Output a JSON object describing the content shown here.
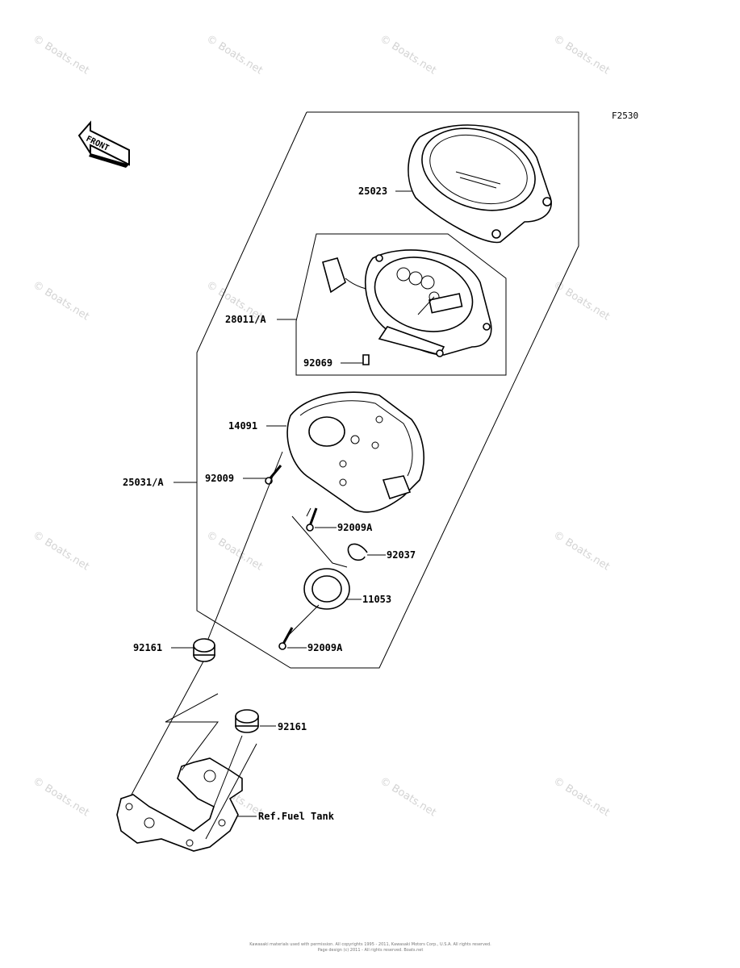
{
  "figure_code": "F2530",
  "front_label": "FRONT",
  "watermark_text": "© Boats.net",
  "parts": {
    "cover": "25023",
    "meter_assy": "28011/A",
    "meter_screw": "92069",
    "case": "14091",
    "bracket_assy": "25031/A",
    "screw_a": "92009",
    "screw_b": "92009A",
    "clamp": "92037",
    "gasket": "11053",
    "screw_c": "92009A",
    "damper_1": "92161",
    "damper_2": "92161",
    "fuel_tank_ref": "Ref.Fuel Tank"
  },
  "footer": {
    "line1": "Kawasaki materials used with permission. All copyrights 1995 - 2011, Kawasaki Motors Corp., U.S.A. All rights reserved.",
    "line2": "Page design (c) 2011 - All rights reserved. Boats.net"
  }
}
